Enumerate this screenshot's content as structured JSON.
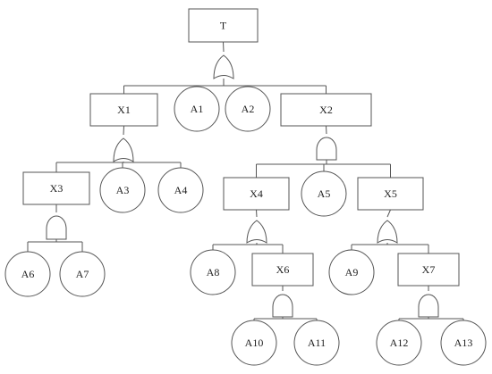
{
  "events": [
    {
      "id": "T",
      "label": "T",
      "kind": "box"
    },
    {
      "id": "X1",
      "label": "X1",
      "kind": "box"
    },
    {
      "id": "X2",
      "label": "X2",
      "kind": "box"
    },
    {
      "id": "X3",
      "label": "X3",
      "kind": "box"
    },
    {
      "id": "X4",
      "label": "X4",
      "kind": "box"
    },
    {
      "id": "X5",
      "label": "X5",
      "kind": "box"
    },
    {
      "id": "X6",
      "label": "X6",
      "kind": "box"
    },
    {
      "id": "X7",
      "label": "X7",
      "kind": "box"
    },
    {
      "id": "A1",
      "label": "A1",
      "kind": "circle"
    },
    {
      "id": "A2",
      "label": "A2",
      "kind": "circle"
    },
    {
      "id": "A3",
      "label": "A3",
      "kind": "circle"
    },
    {
      "id": "A4",
      "label": "A4",
      "kind": "circle"
    },
    {
      "id": "A5",
      "label": "A5",
      "kind": "circle"
    },
    {
      "id": "A6",
      "label": "A6",
      "kind": "circle"
    },
    {
      "id": "A7",
      "label": "A7",
      "kind": "circle"
    },
    {
      "id": "A8",
      "label": "A8",
      "kind": "circle"
    },
    {
      "id": "A9",
      "label": "A9",
      "kind": "circle"
    },
    {
      "id": "A10",
      "label": "A10",
      "kind": "circle"
    },
    {
      "id": "A11",
      "label": "A11",
      "kind": "circle"
    },
    {
      "id": "A12",
      "label": "A12",
      "kind": "circle"
    },
    {
      "id": "A13",
      "label": "A13",
      "kind": "circle"
    }
  ],
  "gates": [
    {
      "id": "G-T",
      "type": "or",
      "output": "T",
      "inputs": [
        "X1",
        "A1",
        "A2",
        "X2"
      ]
    },
    {
      "id": "G-X1",
      "type": "or",
      "output": "X1",
      "inputs": [
        "X3",
        "A3",
        "A4"
      ]
    },
    {
      "id": "G-X2",
      "type": "and",
      "output": "X2",
      "inputs": [
        "X4",
        "A5",
        "X5"
      ]
    },
    {
      "id": "G-X3",
      "type": "and",
      "output": "X3",
      "inputs": [
        "A6",
        "A7"
      ]
    },
    {
      "id": "G-X4",
      "type": "or",
      "output": "X4",
      "inputs": [
        "A8",
        "X6"
      ]
    },
    {
      "id": "G-X5",
      "type": "or",
      "output": "X5",
      "inputs": [
        "A9",
        "X7"
      ]
    },
    {
      "id": "G-X6",
      "type": "and",
      "output": "X6",
      "inputs": [
        "A10",
        "A11"
      ]
    },
    {
      "id": "G-X7",
      "type": "and",
      "output": "X7",
      "inputs": [
        "A12",
        "A13"
      ]
    }
  ],
  "colors": {
    "stroke": "#555555",
    "fill": "#ffffff",
    "text": "#222222"
  }
}
